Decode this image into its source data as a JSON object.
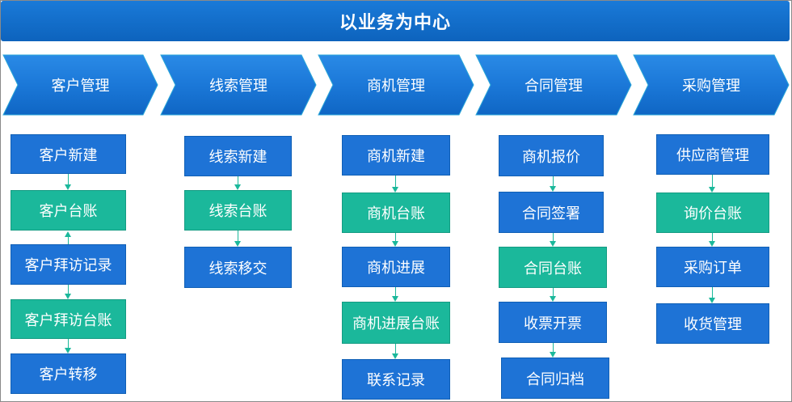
{
  "title": "以业务为中心",
  "stages": [
    {
      "label": "客户管理",
      "items": [
        {
          "label": "客户新建",
          "kind": "blue"
        },
        {
          "label": "客户台账",
          "kind": "teal"
        },
        {
          "label": "客户拜访记录",
          "kind": "blue"
        },
        {
          "label": "客户拜访台账",
          "kind": "teal"
        },
        {
          "label": "客户转移",
          "kind": "blue"
        }
      ]
    },
    {
      "label": "线索管理",
      "items": [
        {
          "label": "线索新建",
          "kind": "blue"
        },
        {
          "label": "线索台账",
          "kind": "teal"
        },
        {
          "label": "线索移交",
          "kind": "blue"
        }
      ]
    },
    {
      "label": "商机管理",
      "items": [
        {
          "label": "商机新建",
          "kind": "blue"
        },
        {
          "label": "商机台账",
          "kind": "teal"
        },
        {
          "label": "商机进展",
          "kind": "blue"
        },
        {
          "label": "商机进展台账",
          "kind": "teal"
        },
        {
          "label": "联系记录",
          "kind": "blue"
        }
      ]
    },
    {
      "label": "合同管理",
      "items": [
        {
          "label": "商机报价",
          "kind": "blue"
        },
        {
          "label": "合同签署",
          "kind": "blue"
        },
        {
          "label": "合同台账",
          "kind": "teal"
        },
        {
          "label": "收票开票",
          "kind": "blue"
        },
        {
          "label": "合同归档",
          "kind": "blue"
        }
      ]
    },
    {
      "label": "采购管理",
      "items": [
        {
          "label": "供应商管理",
          "kind": "blue"
        },
        {
          "label": "询价台账",
          "kind": "teal"
        },
        {
          "label": "采购订单",
          "kind": "blue"
        },
        {
          "label": "收货管理",
          "kind": "blue"
        }
      ]
    }
  ],
  "colors": {
    "blue": "#1e73d6",
    "teal": "#1bb89b",
    "banner": "#1170cf"
  }
}
